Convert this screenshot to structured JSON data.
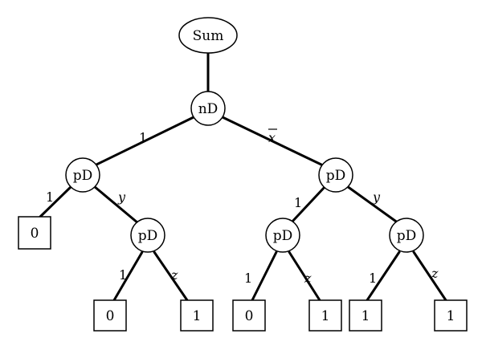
{
  "nodes": {
    "sum": "Sum",
    "nd": "nD",
    "pd_left": "pD",
    "pd_left_child": "pD",
    "pd_right": "pD",
    "pd_right_left": "pD",
    "pd_right_right": "pD",
    "leaf_1": "0",
    "leaf_2": "0",
    "leaf_3": "1",
    "leaf_4": "0",
    "leaf_5": "1",
    "leaf_6": "1",
    "leaf_7": "1"
  },
  "edge_labels": {
    "nd_left": "1",
    "nd_right": "x",
    "pd_left_to_leaf": "1",
    "pd_left_to_child": "y",
    "child_to_leaf_left": "1",
    "child_to_leaf_right": "z",
    "pd_right_to_left": "1",
    "pd_right_to_right": "y",
    "right_left_to_leaf_left": "1",
    "right_left_to_leaf_right": "z",
    "right_right_to_leaf_left": "1",
    "right_right_to_leaf_right": "z"
  }
}
